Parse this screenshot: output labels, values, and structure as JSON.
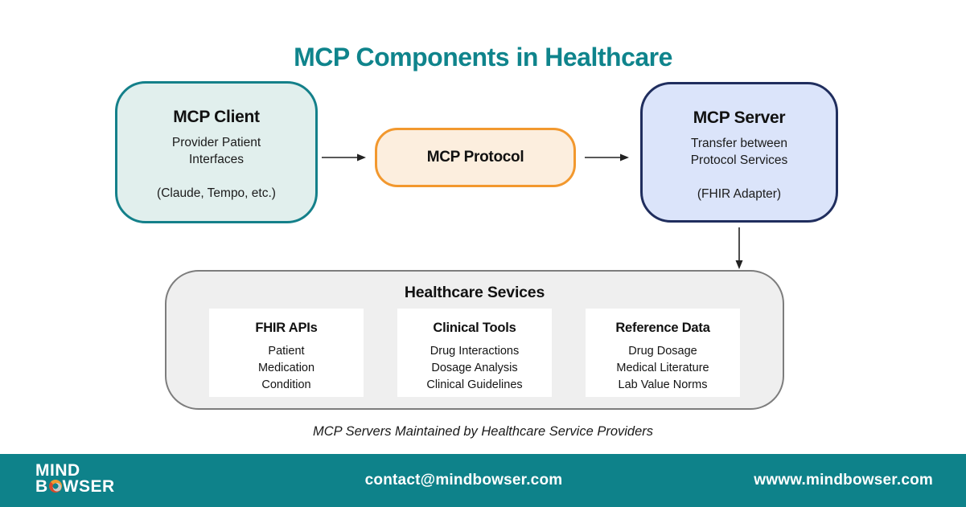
{
  "title": "MCP Components in Healthcare",
  "diagram": {
    "client": {
      "title": "MCP Client",
      "line1": "Provider Patient",
      "line2": "Interfaces",
      "note": "(Claude, Tempo, etc.)"
    },
    "protocol": {
      "title": "MCP Protocol"
    },
    "server": {
      "title": "MCP Server",
      "line1": "Transfer between",
      "line2": "Protocol Services",
      "note": "(FHIR Adapter)"
    },
    "services": {
      "title": "Healthcare Sevices",
      "cards": [
        {
          "title": "FHIR APIs",
          "items": [
            "Patient",
            "Medication",
            "Condition"
          ]
        },
        {
          "title": "Clinical Tools",
          "items": [
            "Drug Interactions",
            "Dosage Analysis",
            "Clinical Guidelines"
          ]
        },
        {
          "title": "Reference Data",
          "items": [
            "Drug Dosage",
            "Medical Literature",
            "Lab Value Norms"
          ]
        }
      ]
    },
    "caption": "MCP Servers Maintained by Healthcare Service Providers"
  },
  "footer": {
    "logo": {
      "line1": "MIND",
      "line2_prefix": "B",
      "line2_suffix": "WSER"
    },
    "email": "contact@mindbowser.com",
    "website": "wwww.mindbowser.com"
  },
  "colors": {
    "title_teal": "#0F848C",
    "client_border": "#14808A",
    "client_fill": "#E1EFED",
    "protocol_border": "#F2982E",
    "protocol_fill": "#FCEEDE",
    "server_border": "#202E5E",
    "server_fill": "#DBE4FA",
    "services_fill": "#EFEFEF",
    "services_border": "#7D7D7D",
    "card_fill": "#FFFFFF",
    "footer_teal": "#0E828A",
    "logo_orange": "#F09B30",
    "logo_red": "#D94A2B",
    "arrow": "#222222"
  }
}
